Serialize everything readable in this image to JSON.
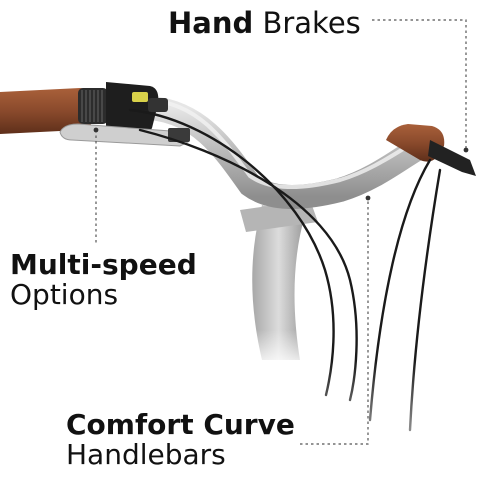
{
  "callouts": {
    "hand_brakes": {
      "bold": "Hand",
      "light": "Brakes"
    },
    "multi_speed": {
      "bold": "Multi-speed",
      "light": "Options"
    },
    "comfort_curve": {
      "bold": "Comfort Curve",
      "light": "Handlebars"
    }
  },
  "colors": {
    "background": "#ffffff",
    "text": "#111111",
    "grip": "#8a4a2c",
    "handlebar": "#c9c9c9",
    "cable": "#1a1a1a",
    "dashed_line": "#555555"
  }
}
